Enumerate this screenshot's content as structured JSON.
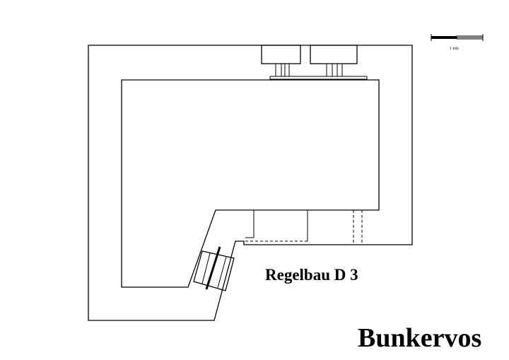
{
  "drawing": {
    "type_label": "Regelbau D 3",
    "brand": "Bunkervos",
    "scale_label": "1 mtr."
  },
  "colors": {
    "ink": "#000000",
    "paper": "#ffffff"
  }
}
